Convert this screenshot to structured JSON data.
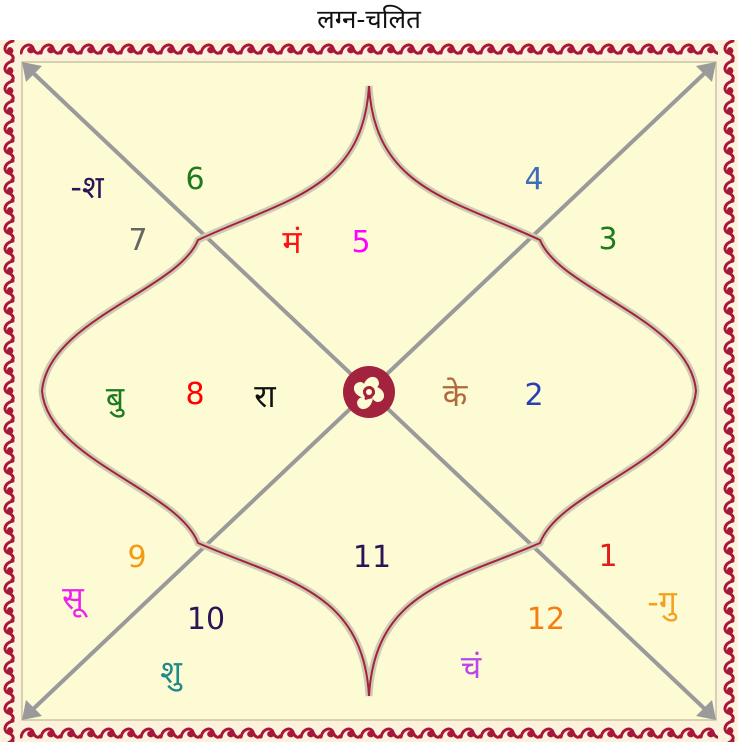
{
  "title": "लग्न-चलित",
  "colors": {
    "background": "#fdfbd3",
    "border": "#a8173a",
    "lines": "#9a9a9a",
    "petal": "#a3233e"
  },
  "house_numbers": {
    "h1": {
      "text": "1",
      "color": "#e31b1b"
    },
    "h2": {
      "text": "2",
      "color": "#2b3fb5"
    },
    "h3": {
      "text": "3",
      "color": "#1e7a1e"
    },
    "h4": {
      "text": "4",
      "color": "#3f6db8"
    },
    "h5": {
      "text": "5",
      "color": "#ff00ff"
    },
    "h6": {
      "text": "6",
      "color": "#1e7a1e"
    },
    "h7": {
      "text": "7",
      "color": "#666666"
    },
    "h8": {
      "text": "8",
      "color": "#ff0000"
    },
    "h9": {
      "text": "9",
      "color": "#f59a18"
    },
    "h10": {
      "text": "10",
      "color": "#2c1457"
    },
    "h11": {
      "text": "11",
      "color": "#2c1457"
    },
    "h12": {
      "text": "12",
      "color": "#f57d12"
    }
  },
  "planets": {
    "sha": {
      "text": "-श",
      "color": "#2c1457"
    },
    "man": {
      "text": "मं",
      "color": "#ff1111"
    },
    "bu": {
      "text": "बु",
      "color": "#1e7a1e"
    },
    "ra": {
      "text": "रा",
      "color": "#111111"
    },
    "ke": {
      "text": "के",
      "color": "#b06a3a"
    },
    "su": {
      "text": "सू",
      "color": "#ee22ee"
    },
    "shu": {
      "text": "शु",
      "color": "#1f8a8a"
    },
    "chan": {
      "text": "चं",
      "color": "#bb44ee"
    },
    "gu": {
      "text": "-गु",
      "color": "#f5a020"
    }
  }
}
